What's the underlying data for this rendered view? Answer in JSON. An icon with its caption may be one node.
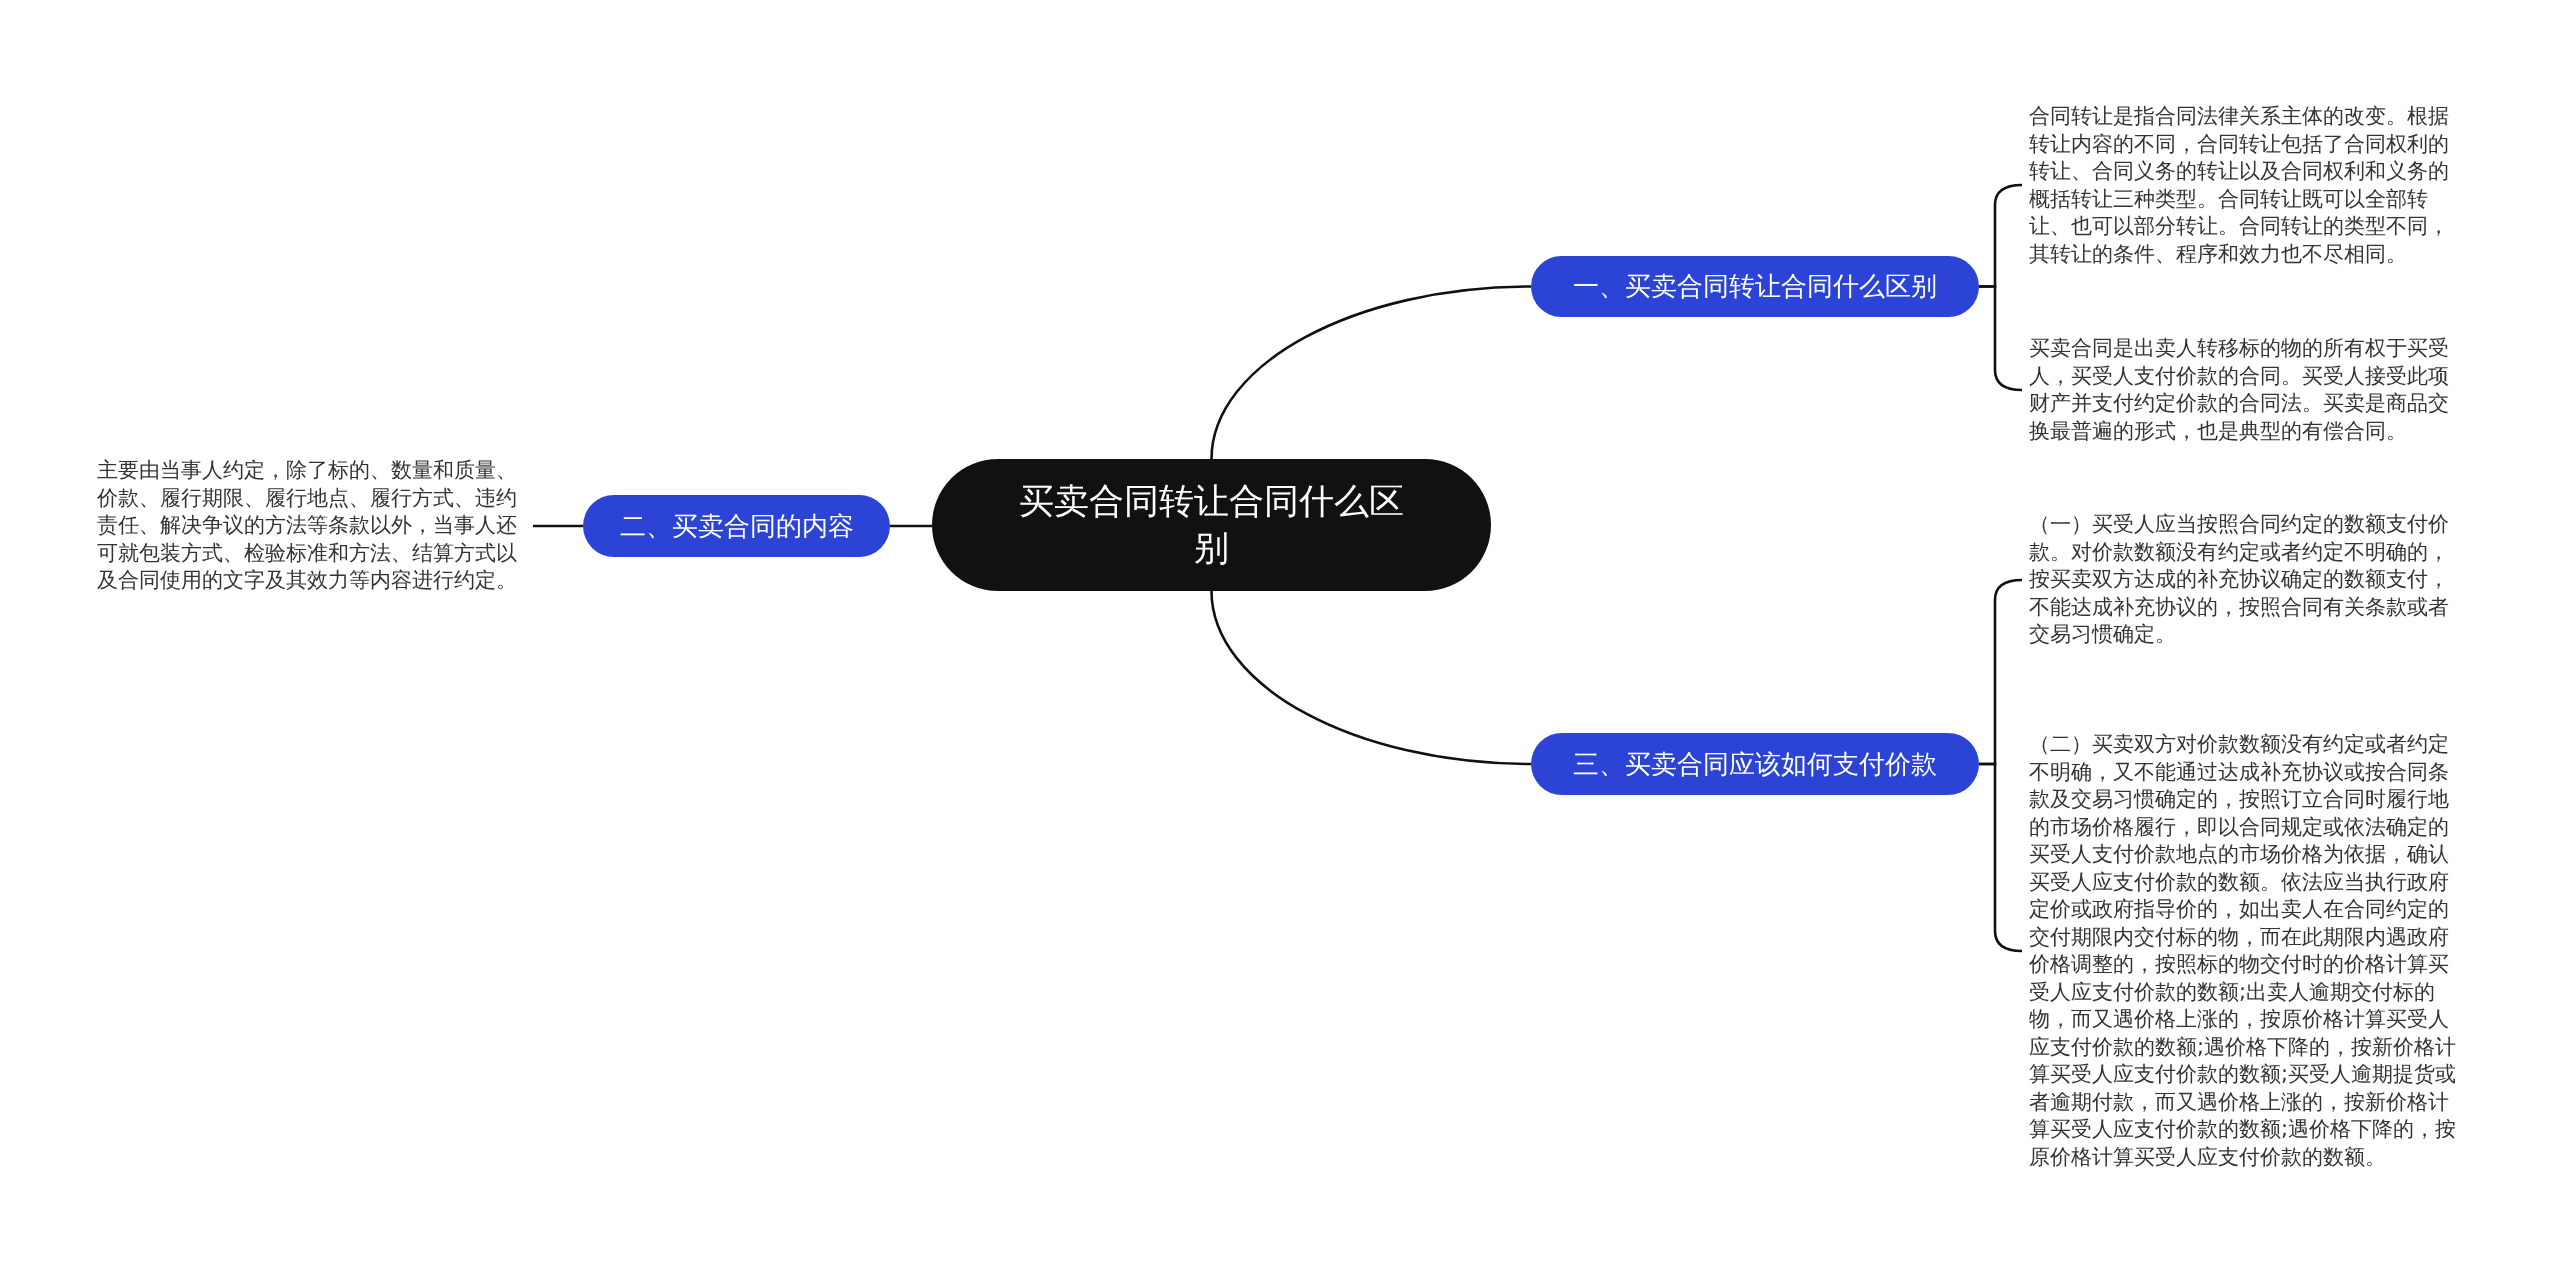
{
  "diagram": {
    "nodes": [
      {
        "text": [
          "买卖合同转让合同什么区别"
        ]
      },
      {
        "text": [
          "一、买卖合同转让合同什么区别"
        ]
      },
      {
        "text": [
          "合同转让是指合同法律关系主体的改变。根据转让内容的不同，合同转让包括了合同权利的转让、合同义务的转让以及合同权利和义务的概括转让三种类型。合同转让既可以全部转让、也可以部分转让。合同转让的类型不同，其转让的条件、程序和效力也不尽相同。"
        ]
      },
      {
        "text": [
          "买卖合同是出卖人转移标的物的所有权于买受人，买受人支付价款的合同。买受人接受此项财产并支付约定价款的合同法。买卖是商品交换最普遍的形式，也是典型的有偿合同。"
        ]
      },
      {
        "text": [
          "二、买卖合同的内容"
        ]
      },
      {
        "text": [
          "主要由当事人约定，除了标的、数量和质量、价款、履行期限、履行地点、履行方式、违约责任、解决争议的方法等条款以外，当事人还可就包装方式、检验标准和方法、结算方式以及合同使用的文字及其效力等内容进行约定。"
        ]
      },
      {
        "text": [
          "三、买卖合同应该如何支付价款"
        ]
      },
      {
        "text": [
          "（一）买受人应当按照合同约定的数额支付价款。对价款数额没有约定或者约定不明确的，按买卖双方达成的补充协议确定的数额支付，不能达成补充协议的，按照合同有关条款或者交易习惯确定。"
        ]
      },
      {
        "text": [
          "（二）买卖双方对价款数额没有约定或者约定不明确，又不能通过达成补充协议或按合同条款及交易习惯确定的，按照订立合同时履行地的市场价格履行，即以合同规定或依法确定的买受人支付价款地点的市场价格为依据，确认买受人应支付价款的数额。依法应当执行政府定价或政府指导价的，如出卖人在合同约定的交付期限内交付标的物，而在此期限内遇政府价格调整的，按照标的物交付时的价格计算买受人应支付价款的数额;出卖人逾期交付标的物，而又遇价格上涨的，按原价格计算买受人应支付价款的数额;遇价格下降的，按新价格计算买受人应支付价款的数额;买受人逾期提货或者逾期付款，而又遇价格上涨的，按新价格计算买受人应支付价款的数额;遇价格下降的，按原价格计算买受人应支付价款的数额。"
        ]
      }
    ],
    "edges": [
      {
        "from": 0,
        "to": 1,
        "arrow": "none"
      },
      {
        "from": 0,
        "to": 4,
        "arrow": "none"
      },
      {
        "from": 0,
        "to": 6,
        "arrow": "none"
      },
      {
        "from": 1,
        "to": 2,
        "arrow": "none"
      },
      {
        "from": 1,
        "to": 3,
        "arrow": "none"
      },
      {
        "from": 4,
        "to": 5,
        "arrow": "none"
      },
      {
        "from": 6,
        "to": 7,
        "arrow": "none"
      },
      {
        "from": 6,
        "to": 8,
        "arrow": "none"
      }
    ]
  }
}
